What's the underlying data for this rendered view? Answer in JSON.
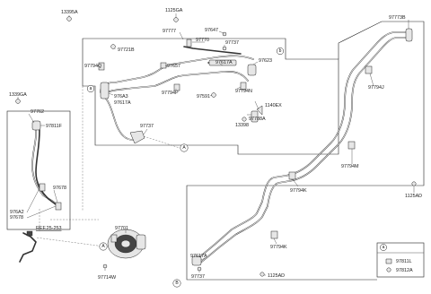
{
  "labels": {
    "p13395a": "13395A",
    "p1125ga": "1125GA",
    "p97777": "97777",
    "p97647": "97647",
    "p97721b": "97721B",
    "p97770": "97770",
    "p97737_top": "97737",
    "p97623": "97623",
    "p97794q": "97794Q",
    "p97657": "97657",
    "p97617a_top": "97617A",
    "p976a3": "976A3",
    "p97617a_mid": "97617A",
    "p97794p": "97794P",
    "p97591": "97591",
    "p97794n": "97794N",
    "p1140ex": "1140EX",
    "p97788a": "97788A",
    "p13398": "13398",
    "p97737_mid": "97737",
    "p1339ga": "1339GA",
    "p97762": "97762",
    "p97811f": "97811F",
    "p97678_right": "97678",
    "p976a2": "976A2",
    "p97678_left": "97678",
    "p97701": "97701",
    "p97714w": "97714W",
    "ref": "REF.25-253",
    "p97773b": "97773B",
    "p97794j": "97794J",
    "p97794m": "97794M",
    "p1125ad_right": "1125AD",
    "p97794k_top": "97794K",
    "p97794k_bot": "97794K",
    "p97617a_bot": "97617A",
    "p97737_bot": "97737",
    "p1125ad_bot": "1125AD"
  },
  "callouts": {
    "a": "a",
    "b": "b",
    "A": "A",
    "B": "B"
  },
  "legend": {
    "key": "a",
    "items": [
      "97811L",
      "97812A"
    ]
  }
}
